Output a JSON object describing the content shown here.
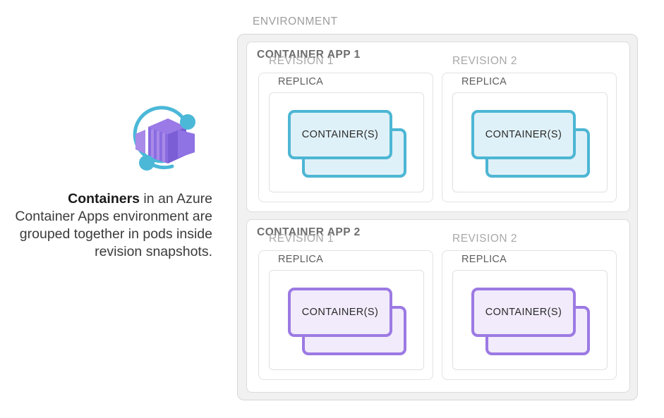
{
  "caption": {
    "bold_lead": "Containers",
    "rest": " in an Azure Container Apps environment are grouped together in pods inside revision snapshots."
  },
  "logo": {
    "name": "azure-container-apps-icon",
    "ring_color": "#4bb8d8",
    "box_light": "#a98ae8",
    "box_mid": "#9171e0",
    "box_dark": "#7b5fd4",
    "box_face": "#8a6fe0"
  },
  "diagram": {
    "environment_label": "ENVIRONMENT",
    "apps": [
      {
        "label": "CONTAINER APP 1",
        "accent_border": "#4db6d4",
        "accent_fill": "#dff1f8",
        "theme": "cyan",
        "revisions": [
          {
            "label": "REVISION 1",
            "replica_label": "REPLICA",
            "container_label": "CONTAINER(S)"
          },
          {
            "label": "REVISION 2",
            "replica_label": "REPLICA",
            "container_label": "CONTAINER(S)"
          }
        ]
      },
      {
        "label": "CONTAINER APP 2",
        "accent_border": "#9c7ae3",
        "accent_fill": "#f1ebfb",
        "theme": "purple",
        "revisions": [
          {
            "label": "REVISION 1",
            "replica_label": "REPLICA",
            "container_label": "CONTAINER(S)"
          },
          {
            "label": "REVISION 2",
            "replica_label": "REPLICA",
            "container_label": "CONTAINER(S)"
          }
        ]
      }
    ]
  },
  "colors": {
    "environment_bg": "#f1f1f1",
    "environment_border": "#d6d6d6",
    "app_bg": "#ffffff",
    "app_border": "#dcdcdc",
    "revision_border": "#e2e2e2",
    "replica_border": "#e0e0e0",
    "env_label_text": "#9d9d9d",
    "app_label_text": "#6d6d6d",
    "revision_label_text": "#a8a8a8",
    "replica_label_text": "#5e5e5e",
    "caption_text": "#3b3b3b"
  }
}
